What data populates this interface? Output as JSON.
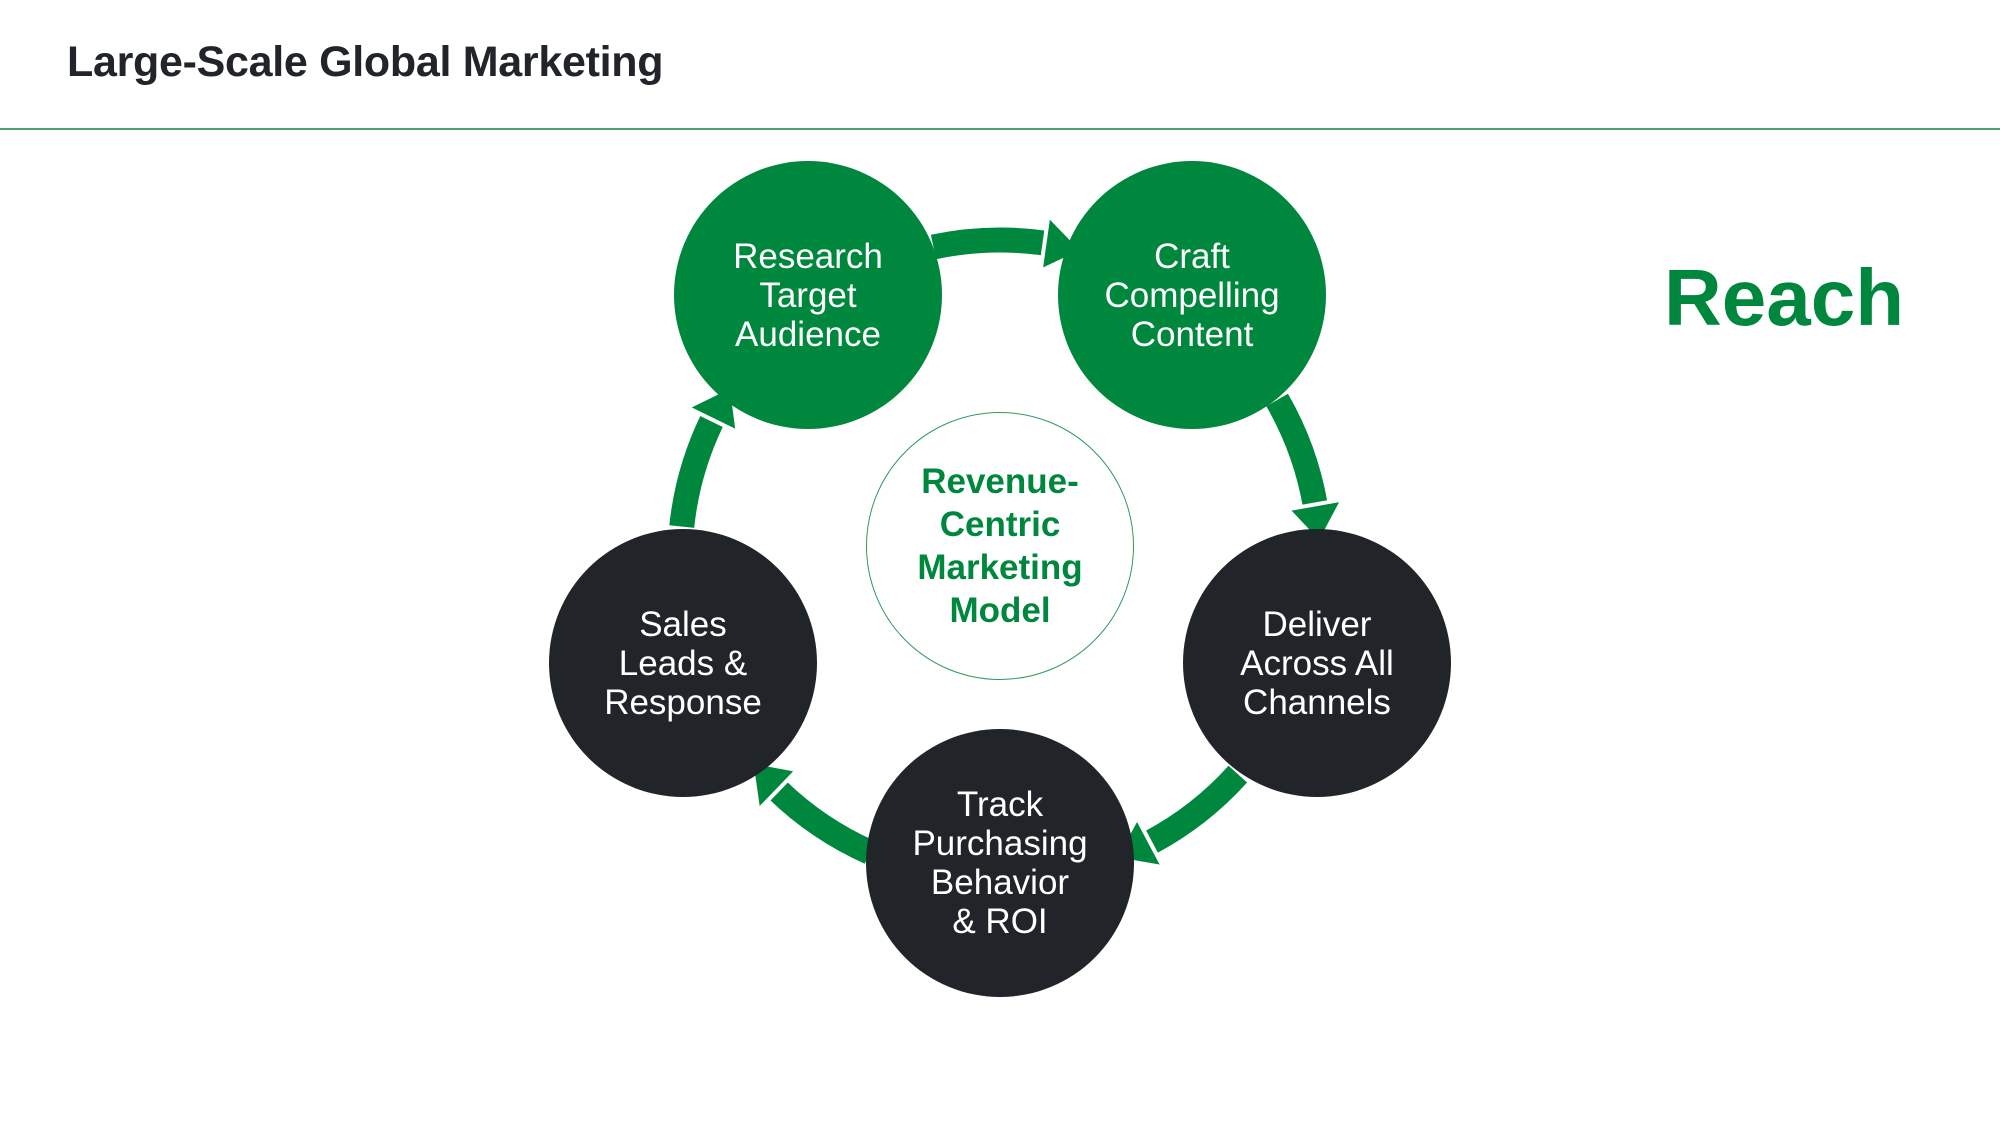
{
  "header": {
    "title": "Large-Scale Global Marketing"
  },
  "side_heading": "Reach",
  "colors": {
    "brand_green": "#00873e",
    "dark": "#212529",
    "rule": "#4ca173"
  },
  "diagram": {
    "center_label": "Revenue-\nCentric\nMarketing\nModel",
    "steps": [
      {
        "label": "Research\nTarget\nAudience",
        "style": "green"
      },
      {
        "label": "Craft\nCompelling\nContent",
        "style": "green"
      },
      {
        "label": "Deliver\nAcross All\nChannels",
        "style": "dark"
      },
      {
        "label": "Track\nPurchasing\nBehavior\n& ROI",
        "style": "dark"
      },
      {
        "label": "Sales\nLeads &\nResponse",
        "style": "dark"
      }
    ],
    "flow": "clockwise"
  }
}
